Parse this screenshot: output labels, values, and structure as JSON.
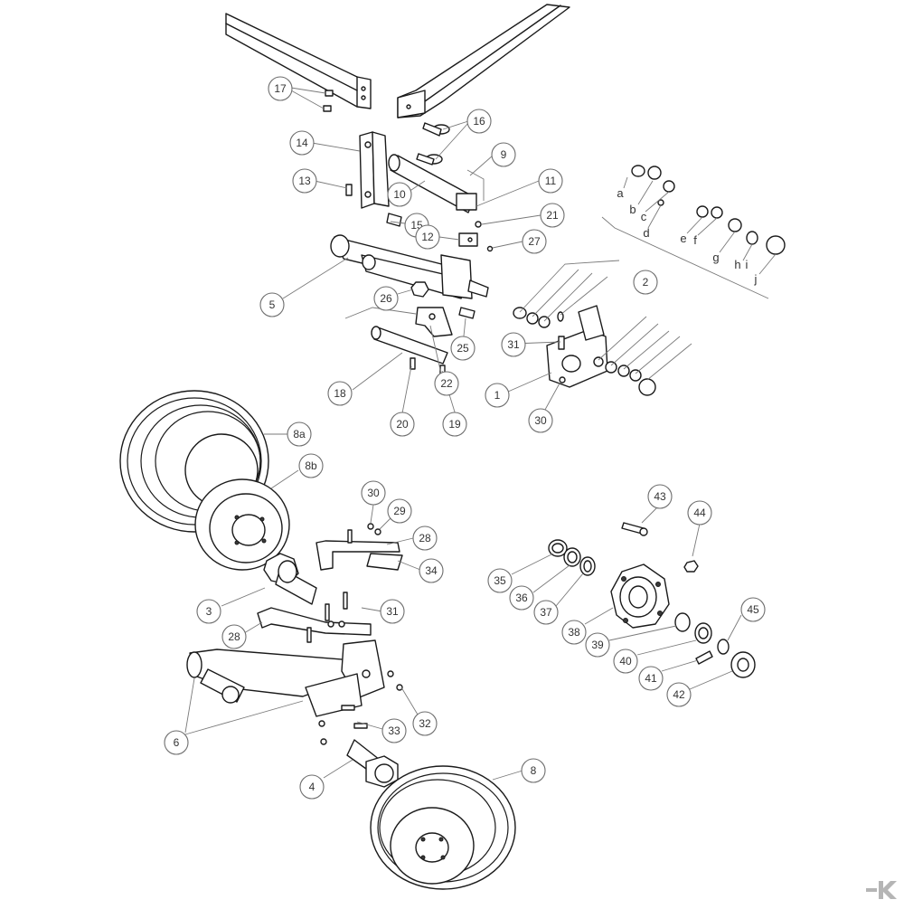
{
  "diagram": {
    "callouts": [
      "17",
      "16",
      "14",
      "9",
      "13",
      "10",
      "11",
      "21",
      "15",
      "12",
      "27",
      "5",
      "26",
      "25",
      "22",
      "31",
      "18",
      "1",
      "20",
      "19",
      "30",
      "2",
      "8a",
      "8b",
      "30",
      "29",
      "28",
      "34",
      "3",
      "31",
      "28",
      "6",
      "32",
      "33",
      "4",
      "8",
      "43",
      "44",
      "35",
      "36",
      "37",
      "38",
      "39",
      "40",
      "41",
      "42",
      "45"
    ],
    "subparts": [
      "a",
      "b",
      "c",
      "d",
      "e",
      "f",
      "g",
      "h",
      "i",
      "j"
    ]
  },
  "logo": {
    "color": "#b5b5b5"
  }
}
